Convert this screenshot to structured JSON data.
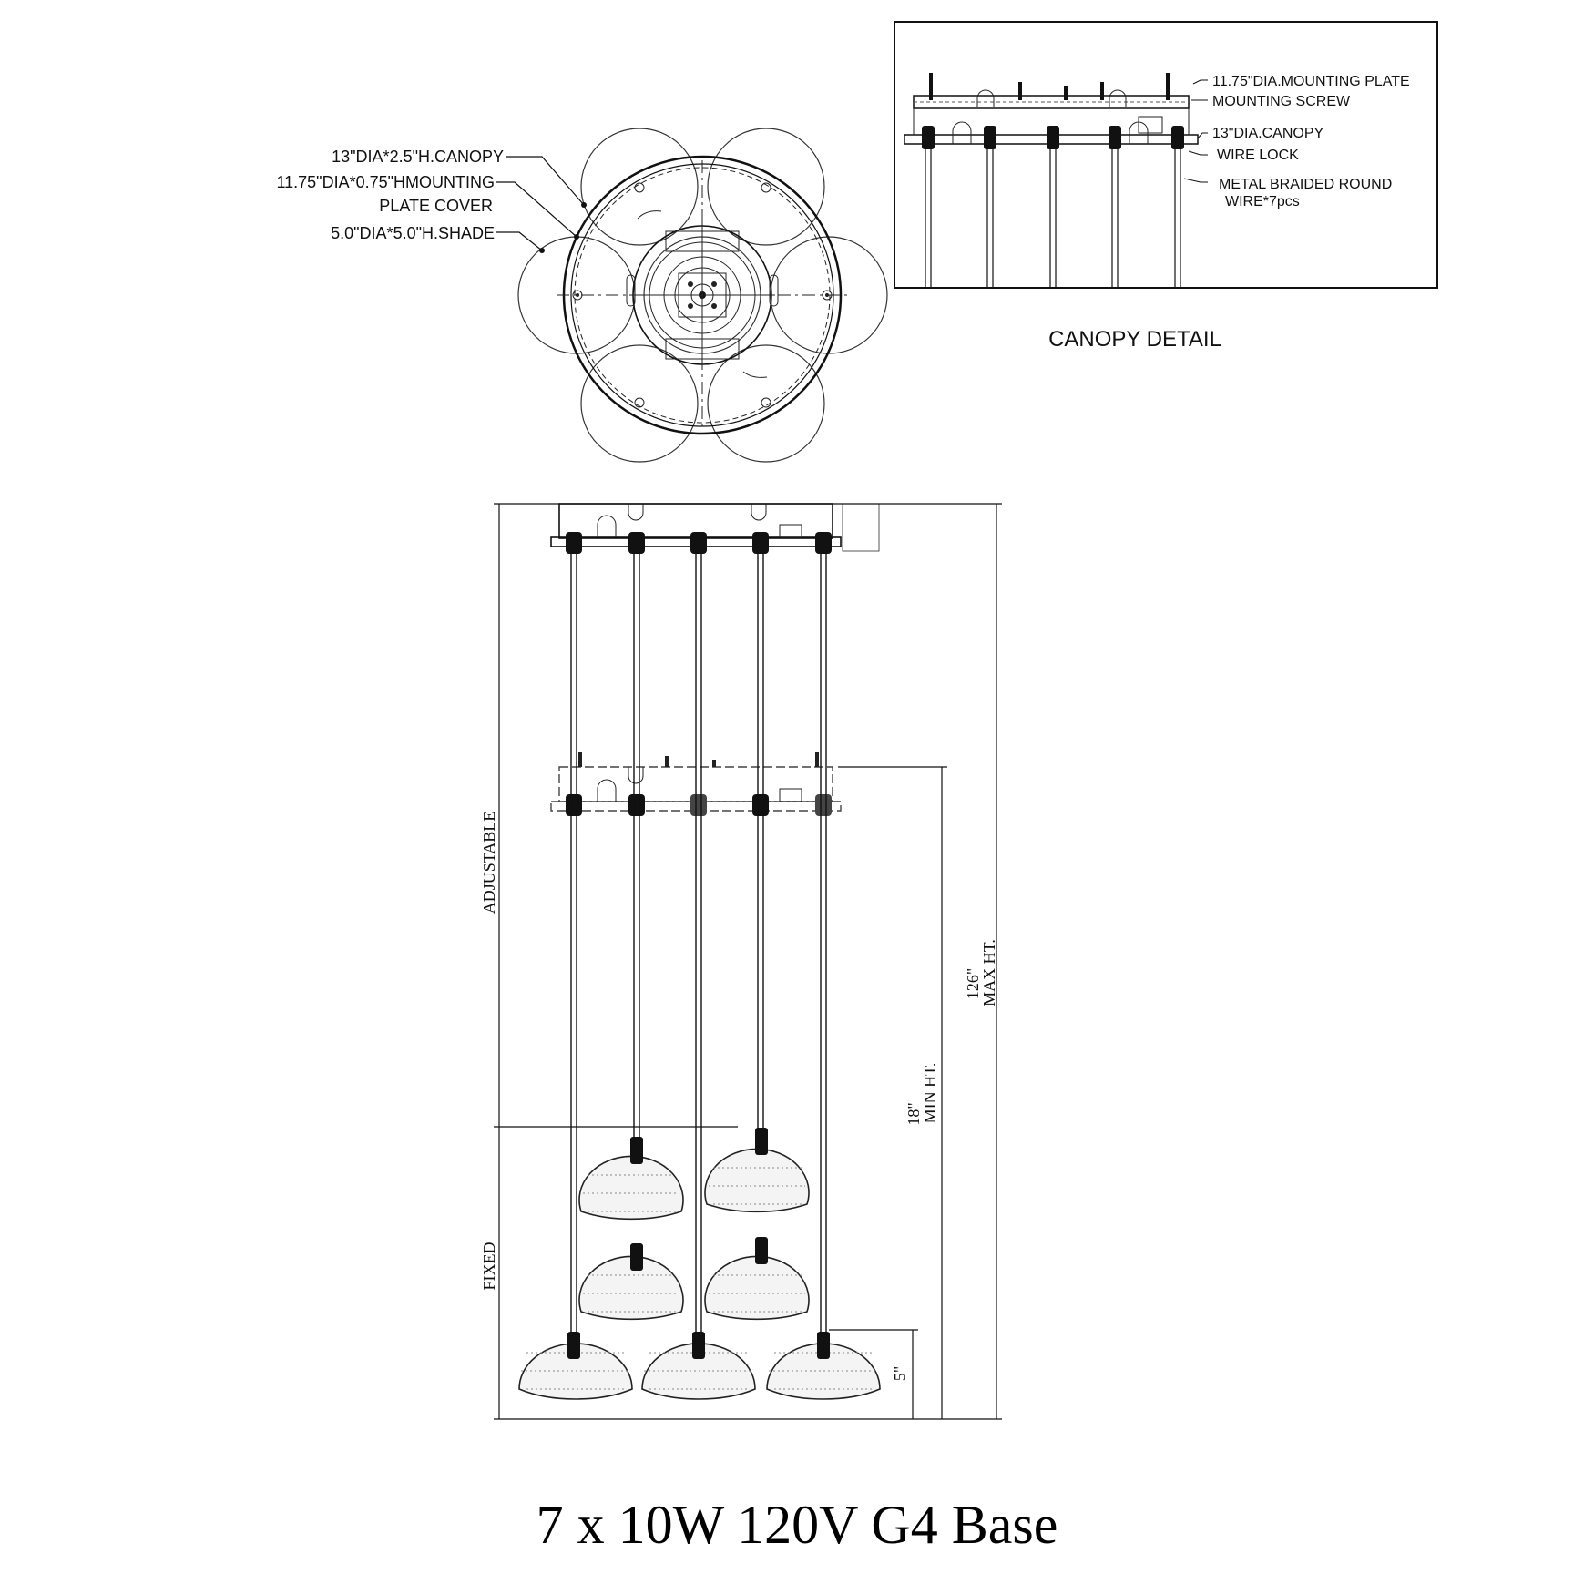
{
  "top_view": {
    "labels": {
      "canopy": "13\"DIA*2.5\"H.CANOPY",
      "plate_cover_1": "11.75\"DIA*0.75\"HMOUNTING",
      "plate_cover_2": "PLATE COVER",
      "shade": "5.0\"DIA*5.0\"H.SHADE"
    }
  },
  "canopy_detail": {
    "title": "CANOPY DETAIL",
    "labels": {
      "mounting_plate": "11.75\"DIA.MOUNTING PLATE",
      "mounting_screw": "MOUNTING SCREW",
      "canopy": "13\"DIA.CANOPY",
      "wire_lock": "WIRE LOCK",
      "wire_1": "METAL BRAIDED ROUND",
      "wire_2": "WIRE*7pcs"
    }
  },
  "elevation": {
    "labels": {
      "adjustable": "ADJUSTABLE",
      "fixed": "FIXED",
      "max_value": "126\"",
      "max_text": "MAX HT.",
      "min_value": "18\"",
      "min_text": "MIN HT.",
      "shade_height": "5\""
    }
  },
  "spec_caption": "7 x 10W 120V G4 Base"
}
